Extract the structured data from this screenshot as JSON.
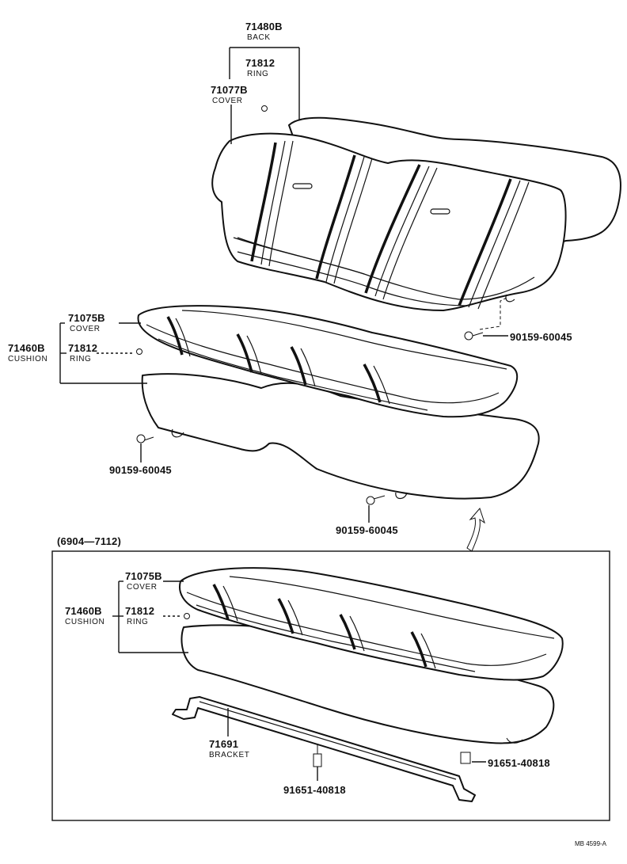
{
  "upper_assembly": {
    "back": {
      "part_no": "71480B",
      "name": "BACK"
    },
    "back_ring": {
      "part_no": "71812",
      "name": "RING"
    },
    "back_cover": {
      "part_no": "71077B",
      "name": "COVER"
    },
    "cushion_cover": {
      "part_no": "71075B",
      "name": "COVER"
    },
    "cushion": {
      "part_no": "71460B",
      "name": "CUSHION"
    },
    "cushion_ring": {
      "part_no": "71812",
      "name": "RING"
    },
    "bolt_right": "90159-60045",
    "bolt_left": "90159-60045",
    "bolt_bottom": "90159-60045"
  },
  "inset": {
    "range_label": "(6904—7112)",
    "cushion_cover": {
      "part_no": "71075B",
      "name": "COVER"
    },
    "cushion": {
      "part_no": "71460B",
      "name": "CUSHION"
    },
    "cushion_ring": {
      "part_no": "71812",
      "name": "RING"
    },
    "bracket": {
      "part_no": "71691",
      "name": "BRACKET"
    },
    "bolt_right": "91651-40818",
    "bolt_bottom": "91651-40818"
  },
  "footer_code": "MB 4599-A"
}
